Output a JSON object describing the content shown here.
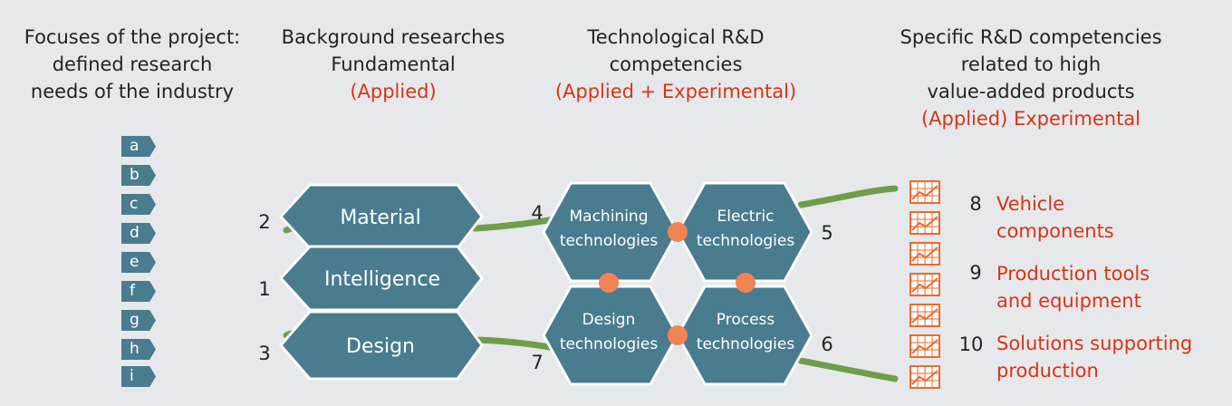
{
  "headers": {
    "col1": [
      "Focuses of the project:",
      "defined research",
      "needs of the industry"
    ],
    "col2": {
      "lines": [
        "Background researches",
        "Fundamental"
      ],
      "accent": "(Applied)"
    },
    "col3": {
      "lines": [
        "Technological R&D",
        "competencies"
      ],
      "accent": "(Applied + Experimental)"
    },
    "col4": {
      "lines": [
        "Specific R&D competencies",
        "related to high",
        "value-added products"
      ],
      "accent": "(Applied) Experimental"
    }
  },
  "focus_tags": [
    "a",
    "b",
    "c",
    "d",
    "e",
    "f",
    "g",
    "h",
    "i"
  ],
  "background_researches": [
    {
      "number": "2",
      "label": "Material"
    },
    {
      "number": "1",
      "label": "Intelligence"
    },
    {
      "number": "3",
      "label": "Design"
    }
  ],
  "technologies": [
    {
      "number": "4",
      "line1": "Machining",
      "line2": "technologies"
    },
    {
      "number": "5",
      "line1": "Electric",
      "line2": "technologies"
    },
    {
      "number": "7",
      "line1": "Design",
      "line2": "technologies"
    },
    {
      "number": "6",
      "line1": "Process",
      "line2": "technologies"
    }
  ],
  "products": [
    {
      "number": "8",
      "line1": "Vehicle",
      "line2": "components"
    },
    {
      "number": "9",
      "line1": "Production tools",
      "line2": "and equipment"
    },
    {
      "number": "10",
      "line1": "Solutions supporting",
      "line2": "production"
    }
  ],
  "colors": {
    "hex_fill": "#4a7c8f",
    "hex_stroke": "#ffffff",
    "connector": "#6f9e4b",
    "node": "#f08553",
    "accent_text": "#d73513",
    "chart_icon": "#ec6a2c"
  },
  "icons": {
    "product": "chart-icon",
    "focus": "arrow-tag"
  }
}
